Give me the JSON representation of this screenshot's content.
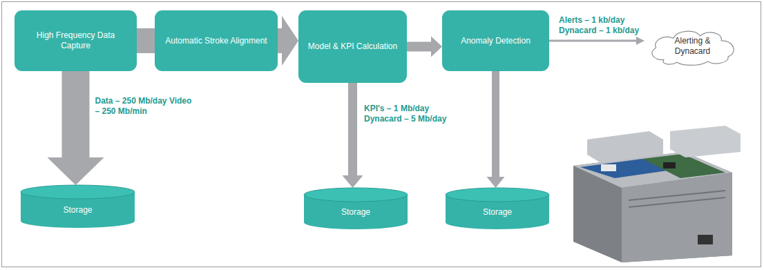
{
  "diagram": {
    "nodes": [
      {
        "text": [
          "High Frequency Data Capture"
        ]
      },
      {
        "text": [
          "Automatic Stroke Alignment"
        ]
      },
      {
        "text": [
          "Model & KPI Calculation"
        ]
      },
      {
        "text": [
          "Anomaly Detection"
        ]
      },
      {
        "text": [
          "Alerting & Dynacard"
        ]
      },
      {
        "text": [
          "Storage"
        ]
      },
      {
        "text": [
          "Storage"
        ]
      },
      {
        "text": [
          "Storage"
        ]
      }
    ],
    "edges": [
      {
        "from": 0,
        "to": 1,
        "arrow": "none"
      },
      {
        "from": 1,
        "to": 2,
        "arrow": "to"
      },
      {
        "from": 2,
        "to": 3,
        "arrow": "to"
      },
      {
        "from": 3,
        "to": 4,
        "arrow": "to",
        "label": "Alerts – 1 kb/day Dynacard – 1 kb/day"
      },
      {
        "from": 0,
        "to": 5,
        "arrow": "to",
        "label": "Data – 250 Mb/day Video – 250 Mb/min"
      },
      {
        "from": 2,
        "to": 6,
        "arrow": "to",
        "label": "KPI's – 1 Mb/day Dynacard – 5 Mb/day"
      },
      {
        "from": 3,
        "to": 7,
        "arrow": "to"
      }
    ]
  }
}
